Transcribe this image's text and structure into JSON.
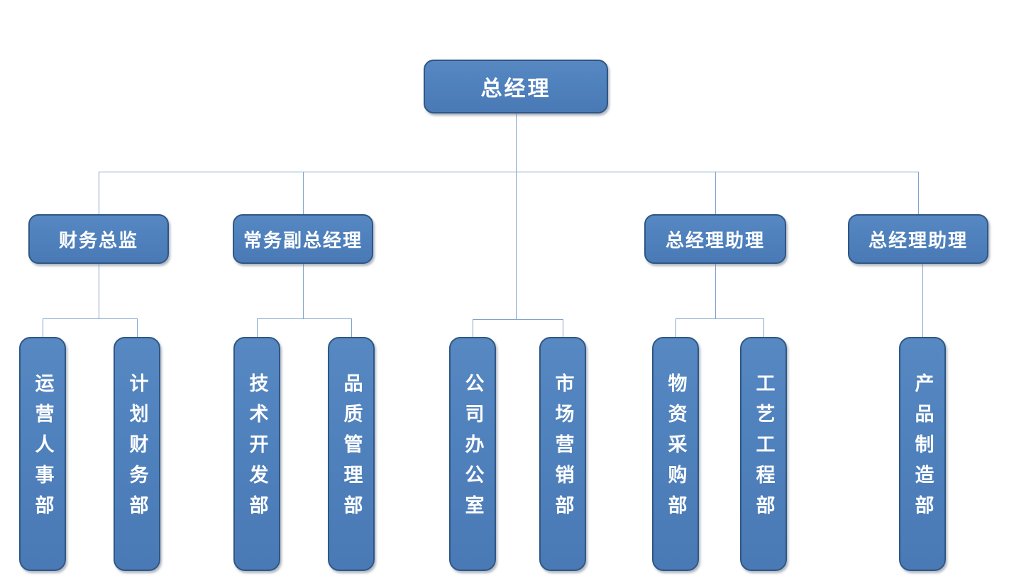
{
  "diagram_type": "org-chart",
  "nodes": {
    "root": {
      "label": "总经理"
    },
    "l2": [
      {
        "label": "财务总监"
      },
      {
        "label": "常务副总经理"
      },
      {
        "label": "总经理助理"
      },
      {
        "label": "总经理助理"
      }
    ],
    "l3": [
      {
        "label": "运营人事部"
      },
      {
        "label": "计划财务部"
      },
      {
        "label": "技术开发部"
      },
      {
        "label": "品质管理部"
      },
      {
        "label": "公司办公室"
      },
      {
        "label": "市场营销部"
      },
      {
        "label": "物资采购部"
      },
      {
        "label": "工艺工程部"
      },
      {
        "label": "产品制造部"
      }
    ]
  },
  "hierarchy": {
    "总经理": {
      "财务总监": [
        "运营人事部",
        "计划财务部"
      ],
      "常务副总经理": [
        "技术开发部",
        "品质管理部"
      ],
      "直属": [
        "公司办公室",
        "市场营销部"
      ],
      "总经理助理#1": [
        "物资采购部",
        "工艺工程部"
      ],
      "总经理助理#2": [
        "产品制造部"
      ]
    }
  },
  "colors": {
    "box_fill": "#4f81bd",
    "box_border": "#2f5784",
    "connector": "#7fa3cc",
    "text": "#ffffff",
    "background": "#ffffff"
  }
}
